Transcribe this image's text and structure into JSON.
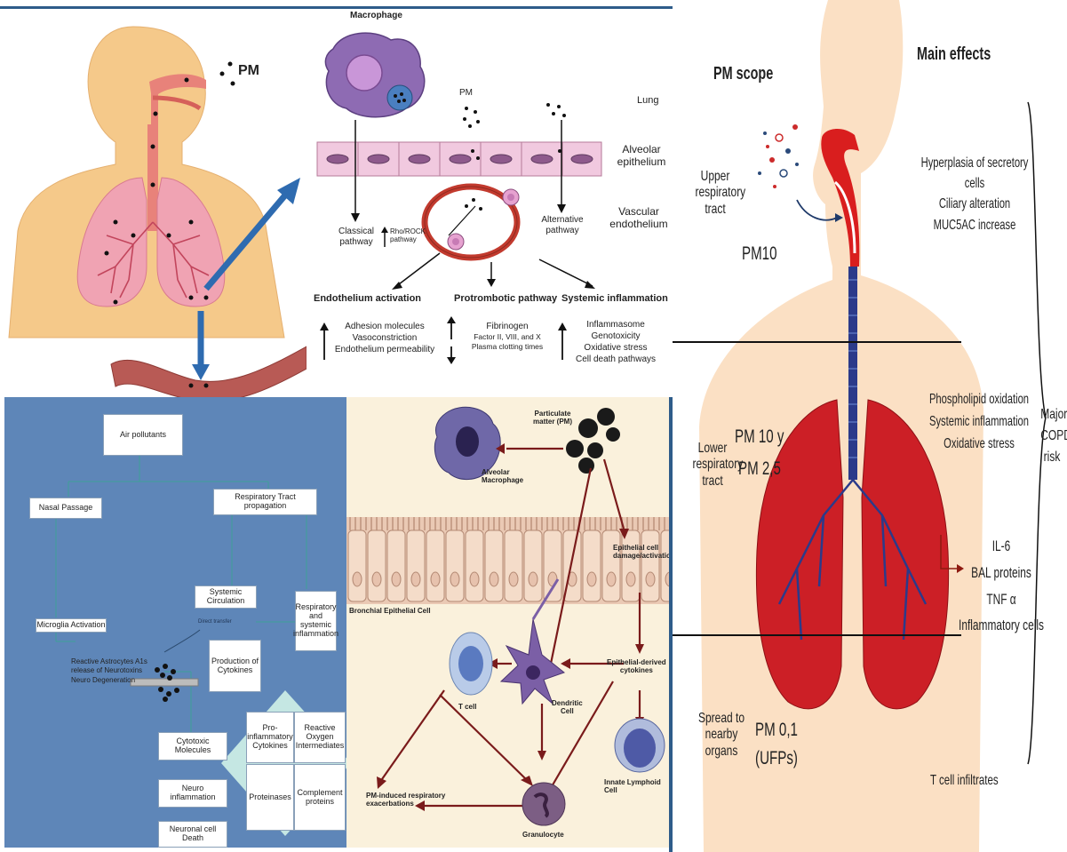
{
  "panel1": {
    "pm_label": "PM"
  },
  "panel2": {
    "macrophage": "Macrophage",
    "pm": "PM",
    "lung": "Lung",
    "alveolar_1": "Alveolar",
    "alveolar_2": "epithelium",
    "vascular_1": "Vascular",
    "vascular_2": "endothelium",
    "classical_1": "Classical",
    "classical_2": "pathway",
    "rho_1": "Rho/ROCK",
    "rho_2": "pathway",
    "alternative_1": "Alternative",
    "alternative_2": "pathway",
    "endo_activation": "Endothelium activation",
    "protrombotic": "Protrombotic pathway",
    "systemic_inflammation": "Systemic inflammation",
    "col1": [
      "Adhesion molecules",
      "Vasoconstriction",
      "Endothelium permeability"
    ],
    "col2": [
      "Fibrinogen",
      "Factor II, VIII, and X",
      "Plasma clotting times"
    ],
    "col3": [
      "Inflammasome",
      "Genotoxicity",
      "Oxidative stress",
      "Cell death pathways"
    ]
  },
  "panel3": {
    "air_pollutants": "Air pollutants",
    "nasal_passage": "Nasal Passage",
    "respiratory_tract_propagation": "Respiratory Tract propagation",
    "systemic_circulation": "Systemic Circulation",
    "respiratory_systemic_inflammation": "Respiratory and systemic inflammation",
    "microglia_activation": "Microglia Activation",
    "direct_transfer": "Direct transfer",
    "reactive_astrocytes": [
      "Reactive Astrocytes A1s",
      "release of Neurotoxins",
      "Neuro Degeneration"
    ],
    "production_cytokines": "Production of Cytokines",
    "pro_inflammatory_cytokines": "Pro-inflammatory Cytokines",
    "reactive_oxygen": "Reactive Oxygen Intermediates",
    "proteinases": "Proteinases",
    "complement_proteins": "Complement proteins",
    "cytotoxic_molecules": "Cytotoxic Molecules",
    "neuro_inflammation": "Neuro inflammation",
    "neuronal_cell_death": "Neuronal cell Death"
  },
  "panel4": {
    "particulate_matter": [
      "Particulate",
      "matter (PM)"
    ],
    "alveolar_macrophage": [
      "Alveolar",
      "Macrophage"
    ],
    "epithelial_damage": [
      "Epithelial cell",
      "damage/activation"
    ],
    "bronchial_epithelial_cell": "Bronchial Epithelial Cell",
    "epithelial_cytokines": [
      "Epithelial-derived",
      "cytokines"
    ],
    "t_cell": "T cell",
    "dendritic_cell": [
      "Dendritic",
      "Cell"
    ],
    "pm_exacerbations": [
      "PM-induced respiratory",
      "exacerbations"
    ],
    "granulocyte": "Granulocyte",
    "innate_lymphoid": "Innate Lymphoid Cell"
  },
  "panel5": {
    "pm_scope": "PM scope",
    "main_effects": "Main effects",
    "upper_tract": [
      "Upper",
      "respiratory",
      "tract"
    ],
    "pm10": "PM10",
    "upper_effects": [
      "Hyperplasia of secretory cells",
      "Ciliary alteration",
      "MUC5AC increase"
    ],
    "lower_tract": [
      "Lower",
      "respiratory",
      "tract"
    ],
    "pm10y": "PM 10 y",
    "pm25": "PM 2,5",
    "lower_effects": [
      "Phospholipid oxidation",
      "Systemic inflammation",
      "Oxidative stress"
    ],
    "markers": [
      "IL-6",
      "BAL proteins",
      "TNF α",
      "Inflammatory cells"
    ],
    "spread": [
      "Spread to nearby",
      "organs"
    ],
    "pm01": [
      "PM 0,1",
      "(UFPs)"
    ],
    "t_cell_infiltrates": "T cell infiltrates",
    "major_copd": [
      "Major",
      "COPD",
      "risk"
    ]
  }
}
